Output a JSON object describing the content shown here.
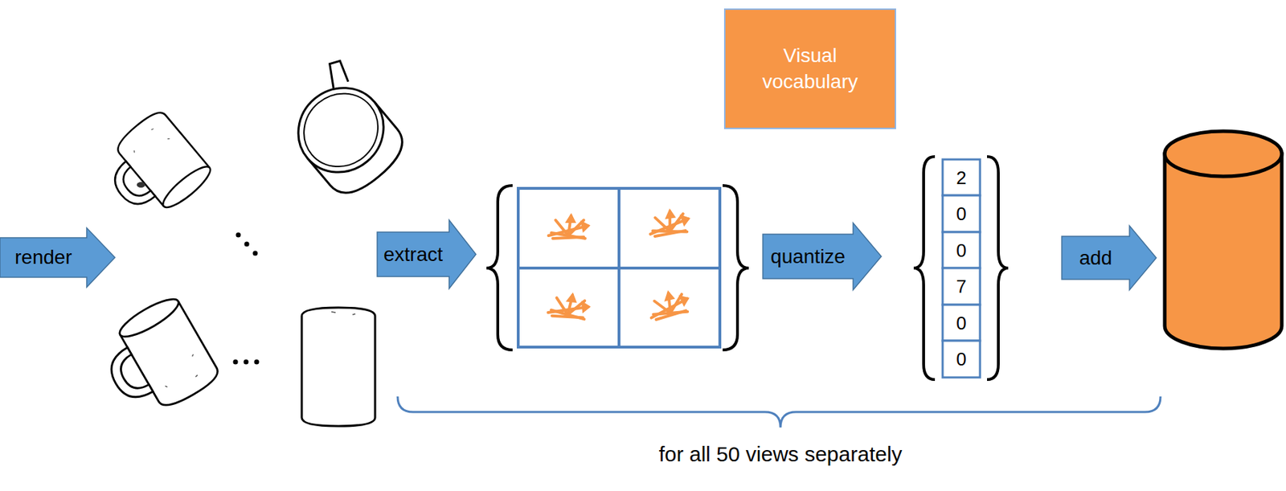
{
  "diagram": {
    "nodes": [
      {
        "text": [
          "Visual vocabulary"
        ]
      },
      {
        "text": [
          "render"
        ]
      },
      {
        "text": [
          "extract"
        ]
      },
      {
        "text": [
          "quantize"
        ]
      },
      {
        "text": [
          "add"
        ]
      }
    ],
    "labels": [
      "2",
      "0",
      "0",
      "7",
      "0",
      "0",
      "for all 50 views separately"
    ]
  }
}
